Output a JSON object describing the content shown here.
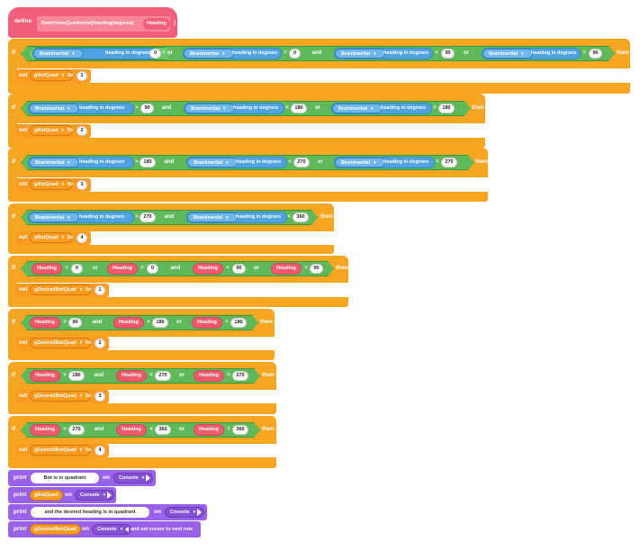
{
  "define": {
    "keyword": "define",
    "name": "DetermineQuadrents(Heading(degrees)",
    "param": "Heading",
    "close": ")"
  },
  "keywords": {
    "if": "if",
    "then": "then",
    "set": "set",
    "to": "to",
    "and": "and",
    "or": "or",
    "print": "print",
    "on": "on"
  },
  "sensor": {
    "device": "BrainInertial",
    "property": "heading in degrees"
  },
  "operators": {
    "gt": ">",
    "lt": "<",
    "eq": "="
  },
  "blocks": [
    {
      "var": "gBotQuad",
      "value": "1"
    },
    {
      "var": "gBotQuad",
      "value": "2"
    },
    {
      "var": "gBotQuad",
      "value": "3"
    },
    {
      "var": "gBotQuad",
      "value": "4"
    },
    {
      "var": "gDesiredBotQuad",
      "value": "1"
    },
    {
      "var": "gDesiredBotQuad",
      "value": "2"
    },
    {
      "var": "gDesiredBotQuad",
      "value": "3"
    },
    {
      "var": "gDesiredBotQuad",
      "value": "4"
    }
  ],
  "numbers": {
    "n0": "0",
    "n90": "90",
    "n180": "180",
    "n270": "270",
    "n360": "360"
  },
  "heading_param": "Heading",
  "prints": {
    "p1_text": "Bot is in quadrant",
    "p2_var": "gBotQuad",
    "p3_text": "and the desired heading is in quadrant",
    "p4_var": "gDesiredBotQuad",
    "target": "Console",
    "cursor_next": "and set cursor to next row"
  },
  "colors": {
    "define": "#f25f7a",
    "control": "#f6a623",
    "operator": "#5fb95a",
    "sensing": "#4fa3e0",
    "variable": "#fb9b1f",
    "looks": "#9a62e8"
  }
}
